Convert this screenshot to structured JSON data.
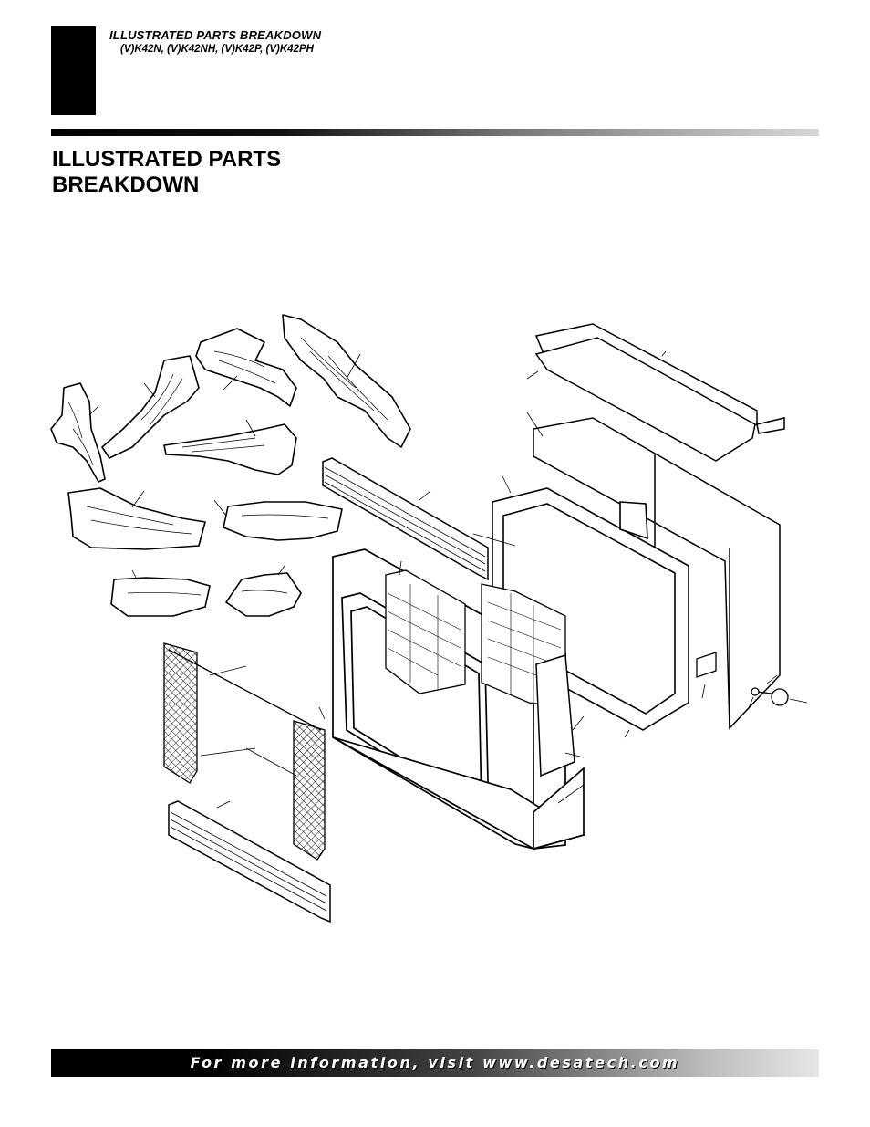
{
  "header": {
    "section_title": "ILLUSTRATED PARTS BREAKDOWN",
    "models": "(V)K42N, (V)K42NH, (V)K42P, (V)K42PH"
  },
  "page": {
    "title": "ILLUSTRATED PARTS\nBREAKDOWN"
  },
  "figure": {
    "icon": "exploded-parts-diagram"
  },
  "footer": {
    "text": "For more information, visit www.desatech.com"
  }
}
